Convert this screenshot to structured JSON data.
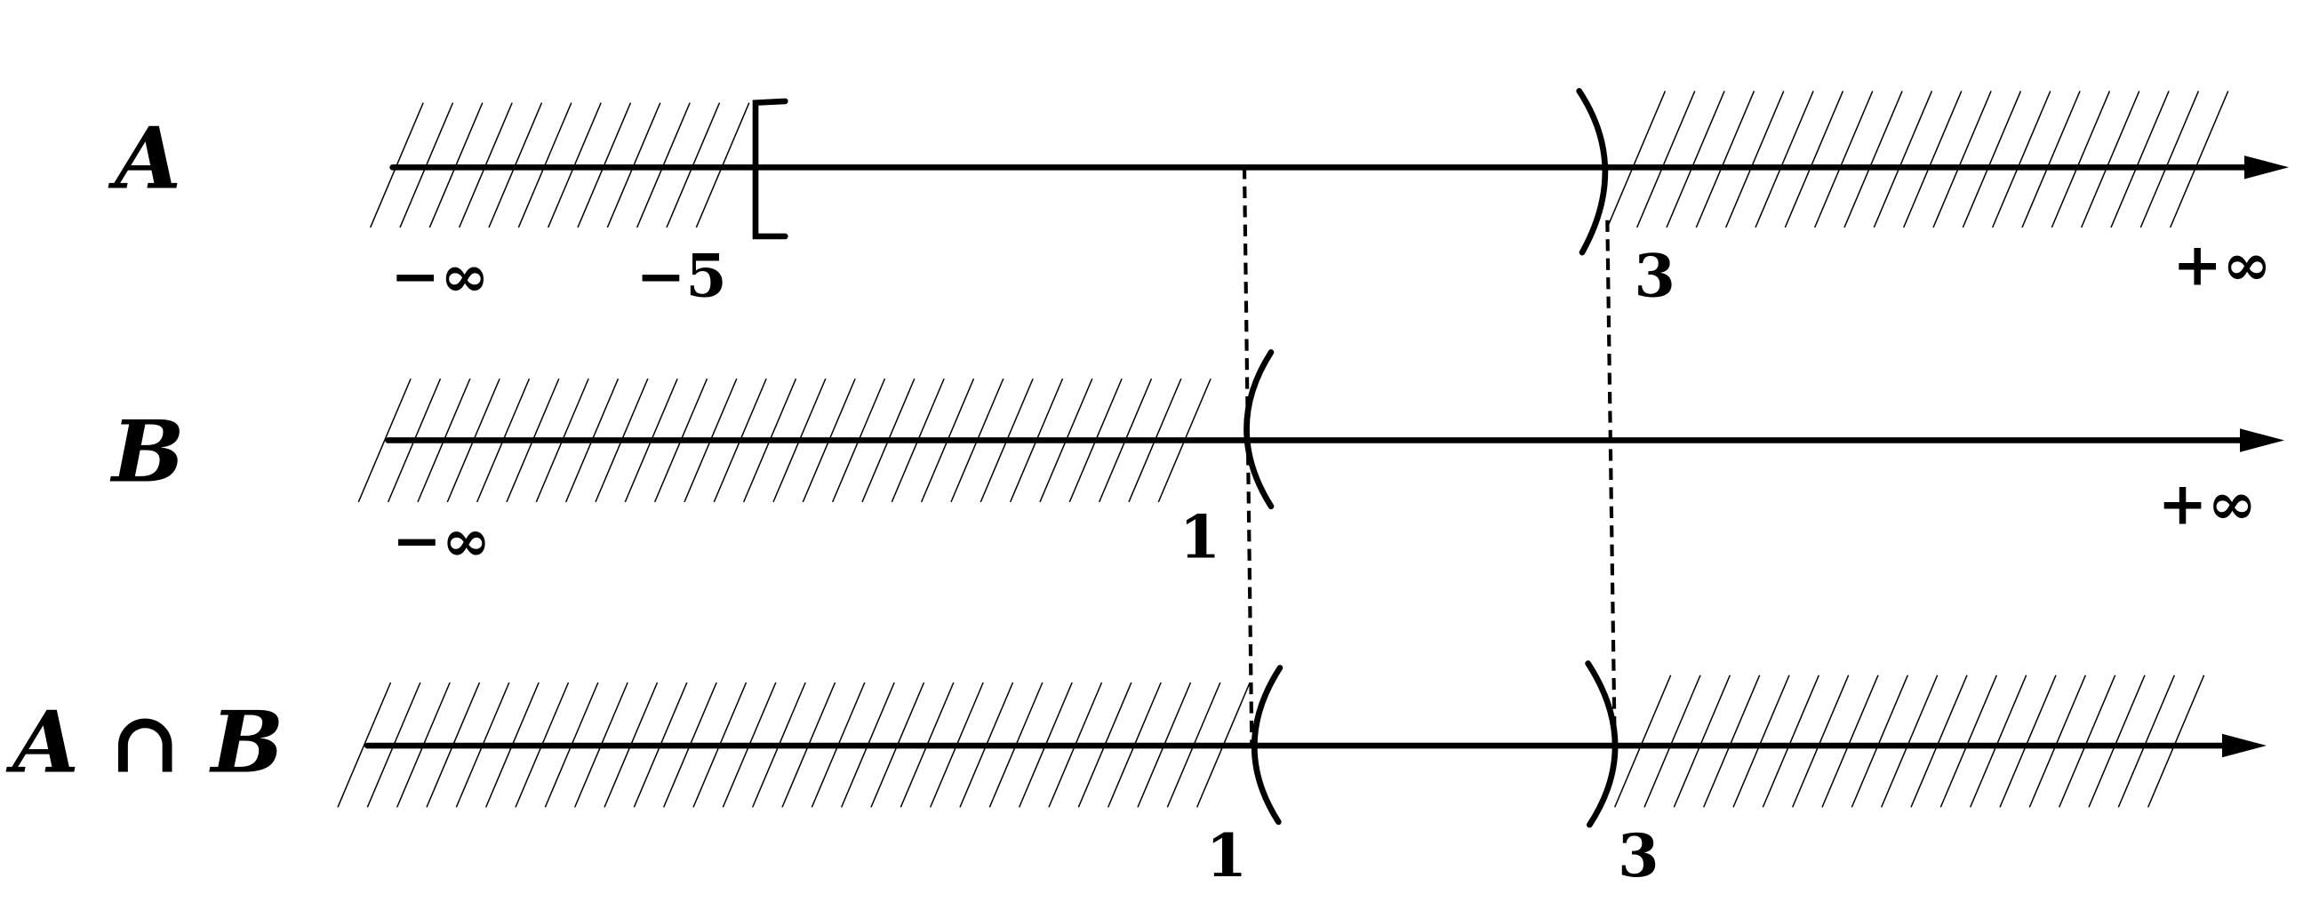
{
  "title": "Intersection of intervals A and B",
  "colors": {
    "ink": "#000000",
    "background": "#ffffff"
  },
  "lines": [
    {
      "id": "A",
      "label": "A",
      "left_end": "−∞",
      "right_end": "+∞",
      "points": [
        {
          "value": "−5",
          "bracket": "[",
          "included": true
        },
        {
          "value": "3",
          "bracket": ")",
          "included": false
        }
      ]
    },
    {
      "id": "B",
      "label": "B",
      "left_end": "−∞",
      "right_end": "+∞",
      "points": [
        {
          "value": "1",
          "bracket": "(",
          "included": false
        }
      ]
    },
    {
      "id": "AB",
      "label": "A ∩ B",
      "points": [
        {
          "value": "1",
          "bracket": "(",
          "included": false
        },
        {
          "value": "3",
          "bracket": ")",
          "included": false
        }
      ]
    }
  ]
}
